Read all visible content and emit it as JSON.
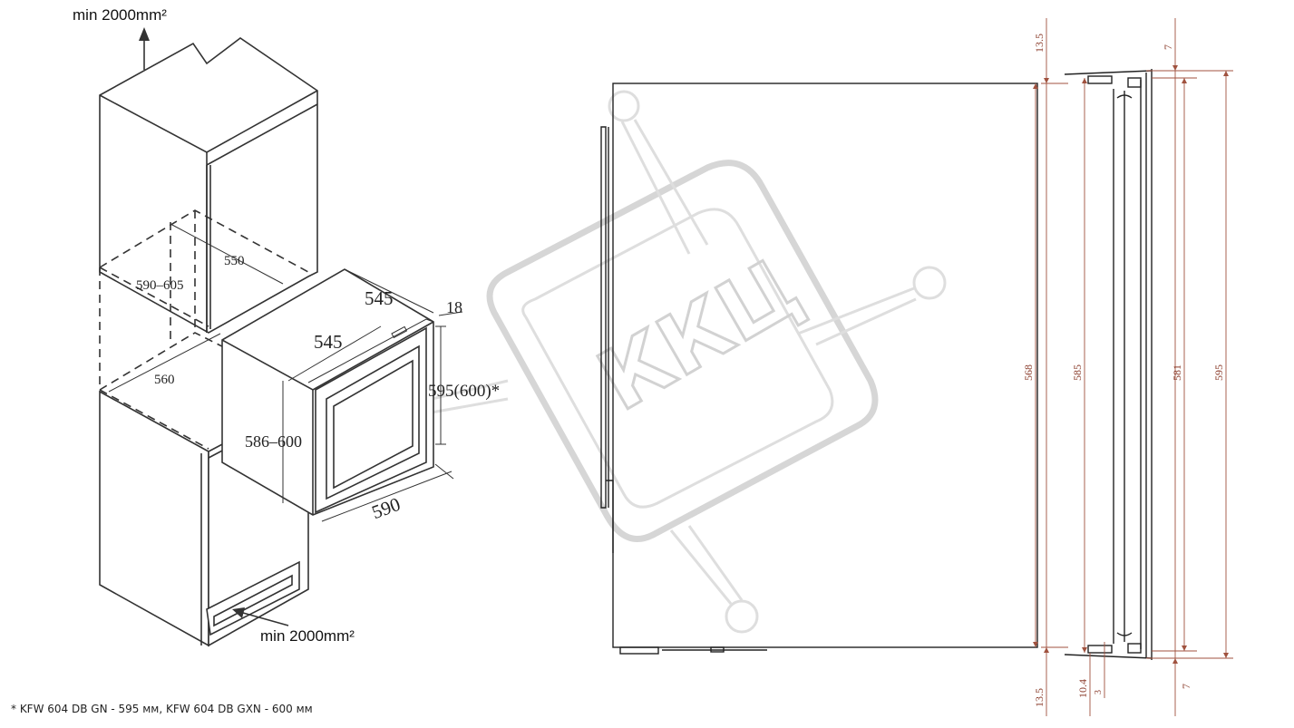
{
  "iso_labels": {
    "vent_top": "min 2000mm²",
    "vent_bottom": "min 2000mm²",
    "d550": "550",
    "d590_605": "590–605",
    "d560": "560",
    "d545_top": "545",
    "d545_mid": "545",
    "d18": "18",
    "d595_600": "595(600)*",
    "d586_600": "586–600",
    "d590": "590"
  },
  "side_dims": {
    "top_left": "13.5",
    "top_right": "7",
    "d568": "568",
    "d585": "585",
    "d581": "581",
    "d595": "595",
    "bottom_135": "13.5",
    "bottom_104": "10.4",
    "bottom_3": "3",
    "bottom_7": "7"
  },
  "watermark": "ККЦ",
  "footnote": "* KFW 604 DB GN - 595 мм, KFW 604 DB GXN - 600 мм"
}
